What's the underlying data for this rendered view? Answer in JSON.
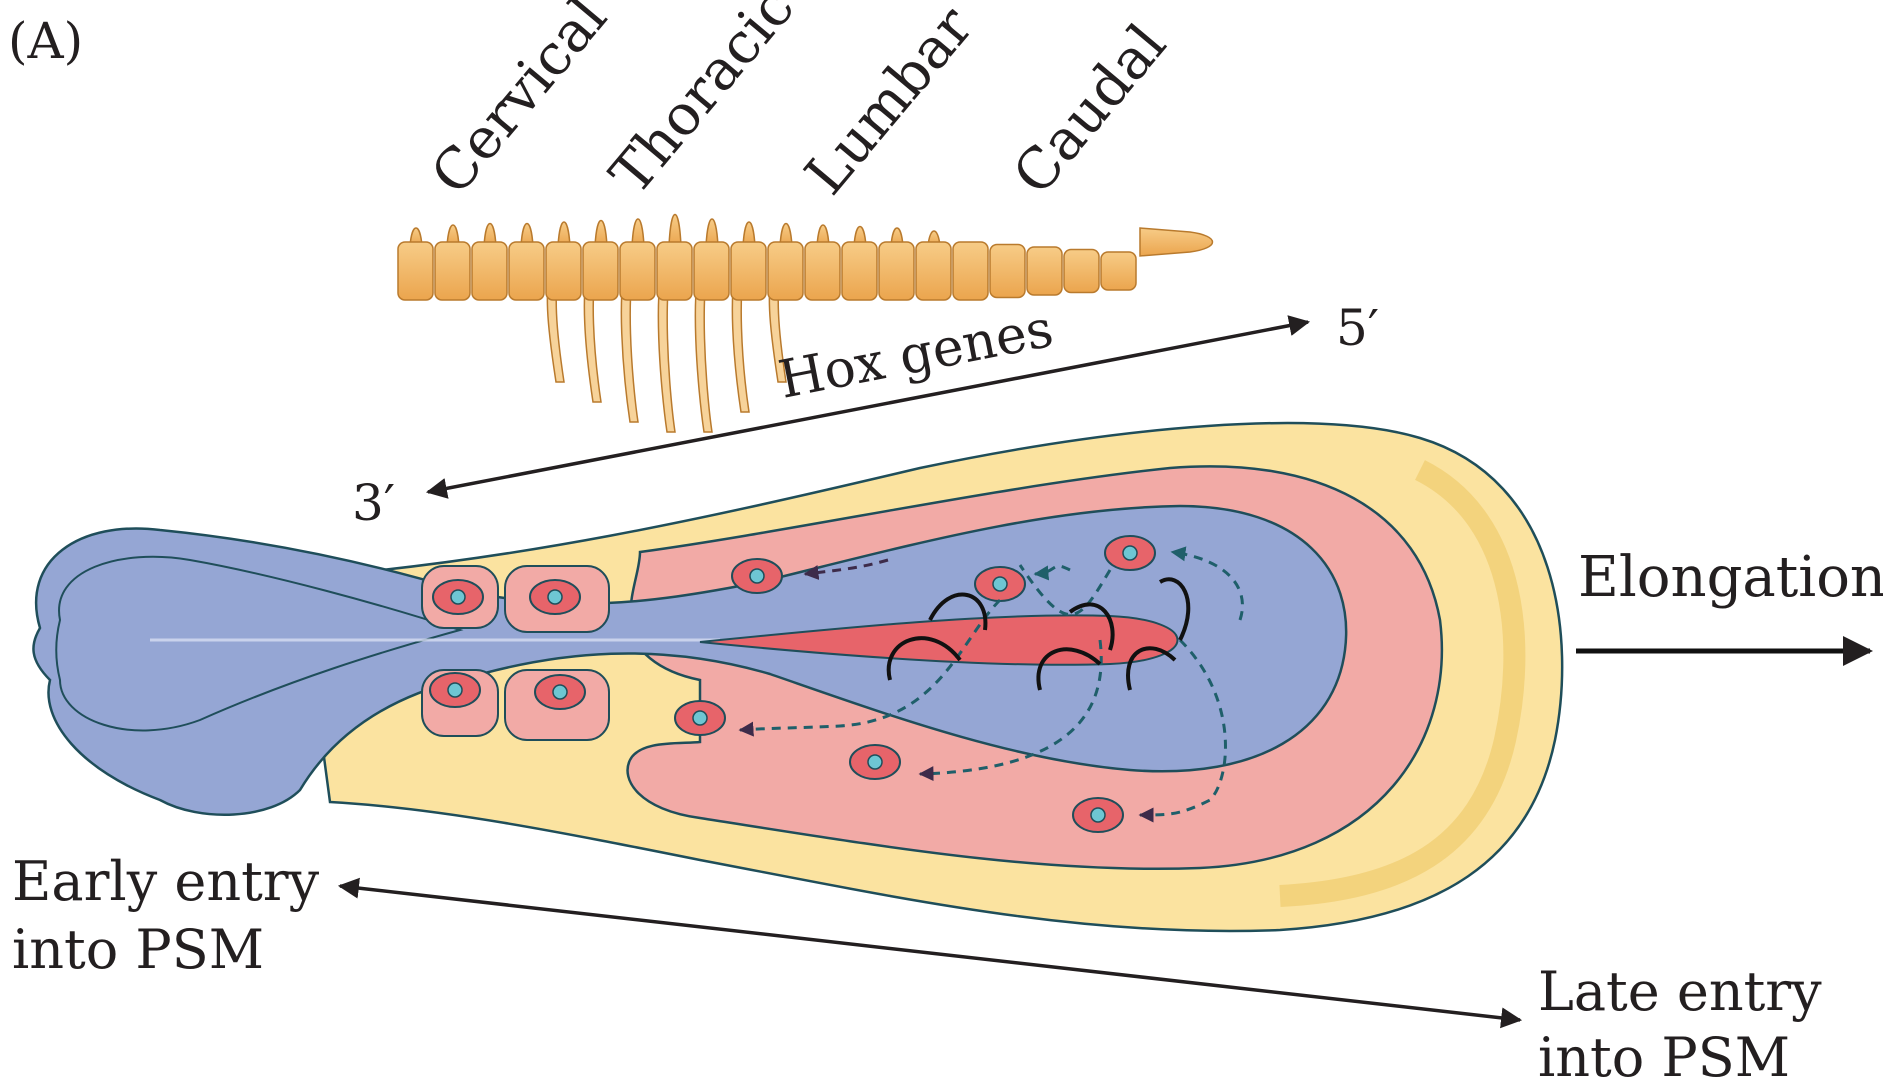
{
  "panel_label": "(A)",
  "regions": {
    "cervical": "Cervical",
    "thoracic": "Thoracic",
    "lumbar": "Lumbar",
    "caudal": "Caudal"
  },
  "hox": {
    "label": "Hox genes",
    "end_5": "5′",
    "end_3": "3′"
  },
  "elongation": "Elongation",
  "early_entry": [
    "Early entry",
    "into PSM"
  ],
  "late_entry": [
    "Late entry",
    "into PSM"
  ],
  "colors": {
    "vertebra": "#f2b666",
    "vertebra_stroke": "#b97a2d",
    "yellow_tissue": "#fbe6a4",
    "psm_pink": "#f2a9a6",
    "blue_tissue": "#95a6d4",
    "notochord_red": "#e7646a",
    "outline": "#1f4e5a",
    "arrow": "#231f20"
  }
}
